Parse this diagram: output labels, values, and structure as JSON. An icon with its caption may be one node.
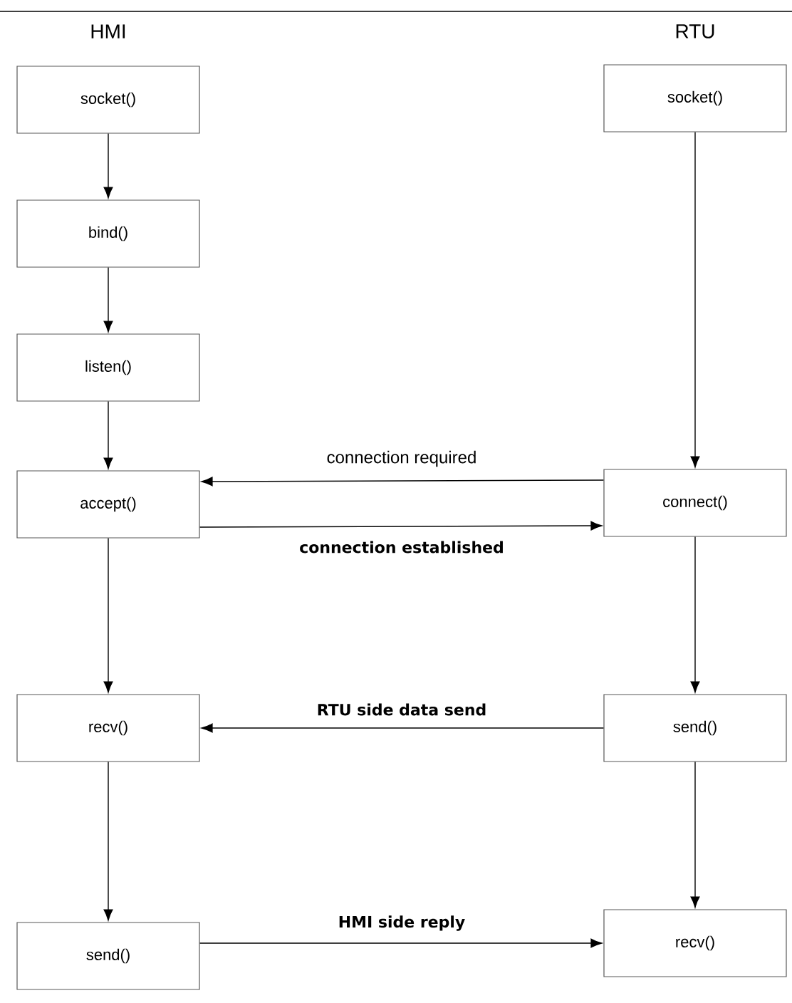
{
  "diagram": {
    "nodes": [
      {
        "text": [
          "socket()"
        ]
      },
      {
        "text": [
          "bind()"
        ]
      },
      {
        "text": [
          "listen()"
        ]
      },
      {
        "text": [
          "accept()"
        ]
      },
      {
        "text": [
          "recv()"
        ]
      },
      {
        "text": [
          "send()"
        ]
      },
      {
        "text": [
          "socket()"
        ]
      },
      {
        "text": [
          "connect()"
        ]
      },
      {
        "text": [
          "send()"
        ]
      },
      {
        "text": [
          "recv()"
        ]
      }
    ],
    "edges": [
      {
        "from": 0,
        "to": 1,
        "arrow": "to"
      },
      {
        "from": 1,
        "to": 2,
        "arrow": "to"
      },
      {
        "from": 2,
        "to": 3,
        "arrow": "to"
      },
      {
        "from": 3,
        "to": 4,
        "arrow": "to"
      },
      {
        "from": 4,
        "to": 5,
        "arrow": "to"
      },
      {
        "from": 6,
        "to": 7,
        "arrow": "to"
      },
      {
        "from": 7,
        "to": 8,
        "arrow": "to"
      },
      {
        "from": 8,
        "to": 9,
        "arrow": "to"
      },
      {
        "from": 7,
        "to": 3,
        "arrow": "to",
        "label": "connection required"
      },
      {
        "from": 3,
        "to": 7,
        "arrow": "to",
        "label": "connection established"
      },
      {
        "from": 8,
        "to": 4,
        "arrow": "to",
        "label": "RTU side data send"
      },
      {
        "from": 5,
        "to": 9,
        "arrow": "to",
        "label": "HMI side reply"
      }
    ],
    "labels": [
      "HMI",
      "RTU"
    ]
  }
}
